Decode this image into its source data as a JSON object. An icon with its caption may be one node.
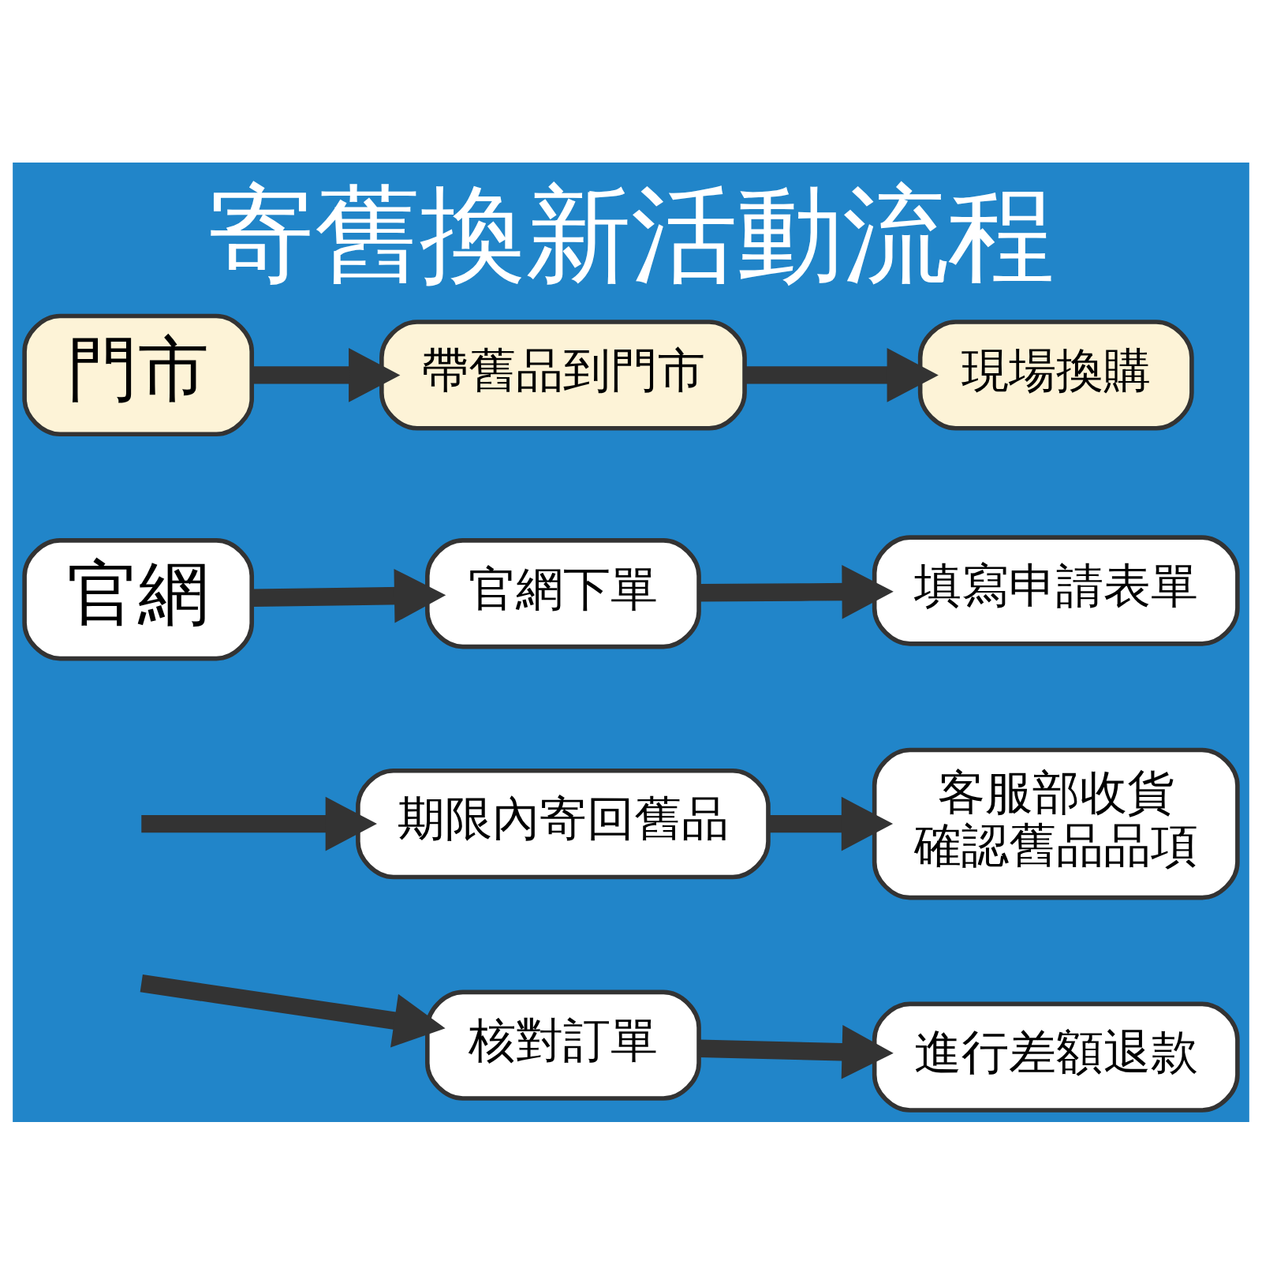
{
  "diagram": {
    "title": "寄舊換新活動流程",
    "nodes": [
      {
        "text": [
          "門市"
        ]
      },
      {
        "text": [
          "帶舊品到門市"
        ]
      },
      {
        "text": [
          "現場換購"
        ]
      },
      {
        "text": [
          "官網"
        ]
      },
      {
        "text": [
          "官網下單"
        ]
      },
      {
        "text": [
          "填寫申請表單"
        ]
      },
      {
        "text": [
          "期限內寄回舊品"
        ]
      },
      {
        "text": [
          "客服部收貨確認舊品品項"
        ]
      },
      {
        "text": [
          "核對訂單"
        ]
      },
      {
        "text": [
          "進行差額退款"
        ]
      }
    ],
    "edges": [
      {
        "from": 0,
        "to": 1,
        "arrow": "to"
      },
      {
        "from": 1,
        "to": 2,
        "arrow": "to"
      },
      {
        "from": 3,
        "to": 4,
        "arrow": "to"
      },
      {
        "from": 4,
        "to": 5,
        "arrow": "to"
      },
      {
        "from": null,
        "to": 6,
        "arrow": "to"
      },
      {
        "from": 6,
        "to": 7,
        "arrow": "to"
      },
      {
        "from": null,
        "to": 8,
        "arrow": "to"
      },
      {
        "from": 8,
        "to": 9,
        "arrow": "to"
      }
    ]
  }
}
